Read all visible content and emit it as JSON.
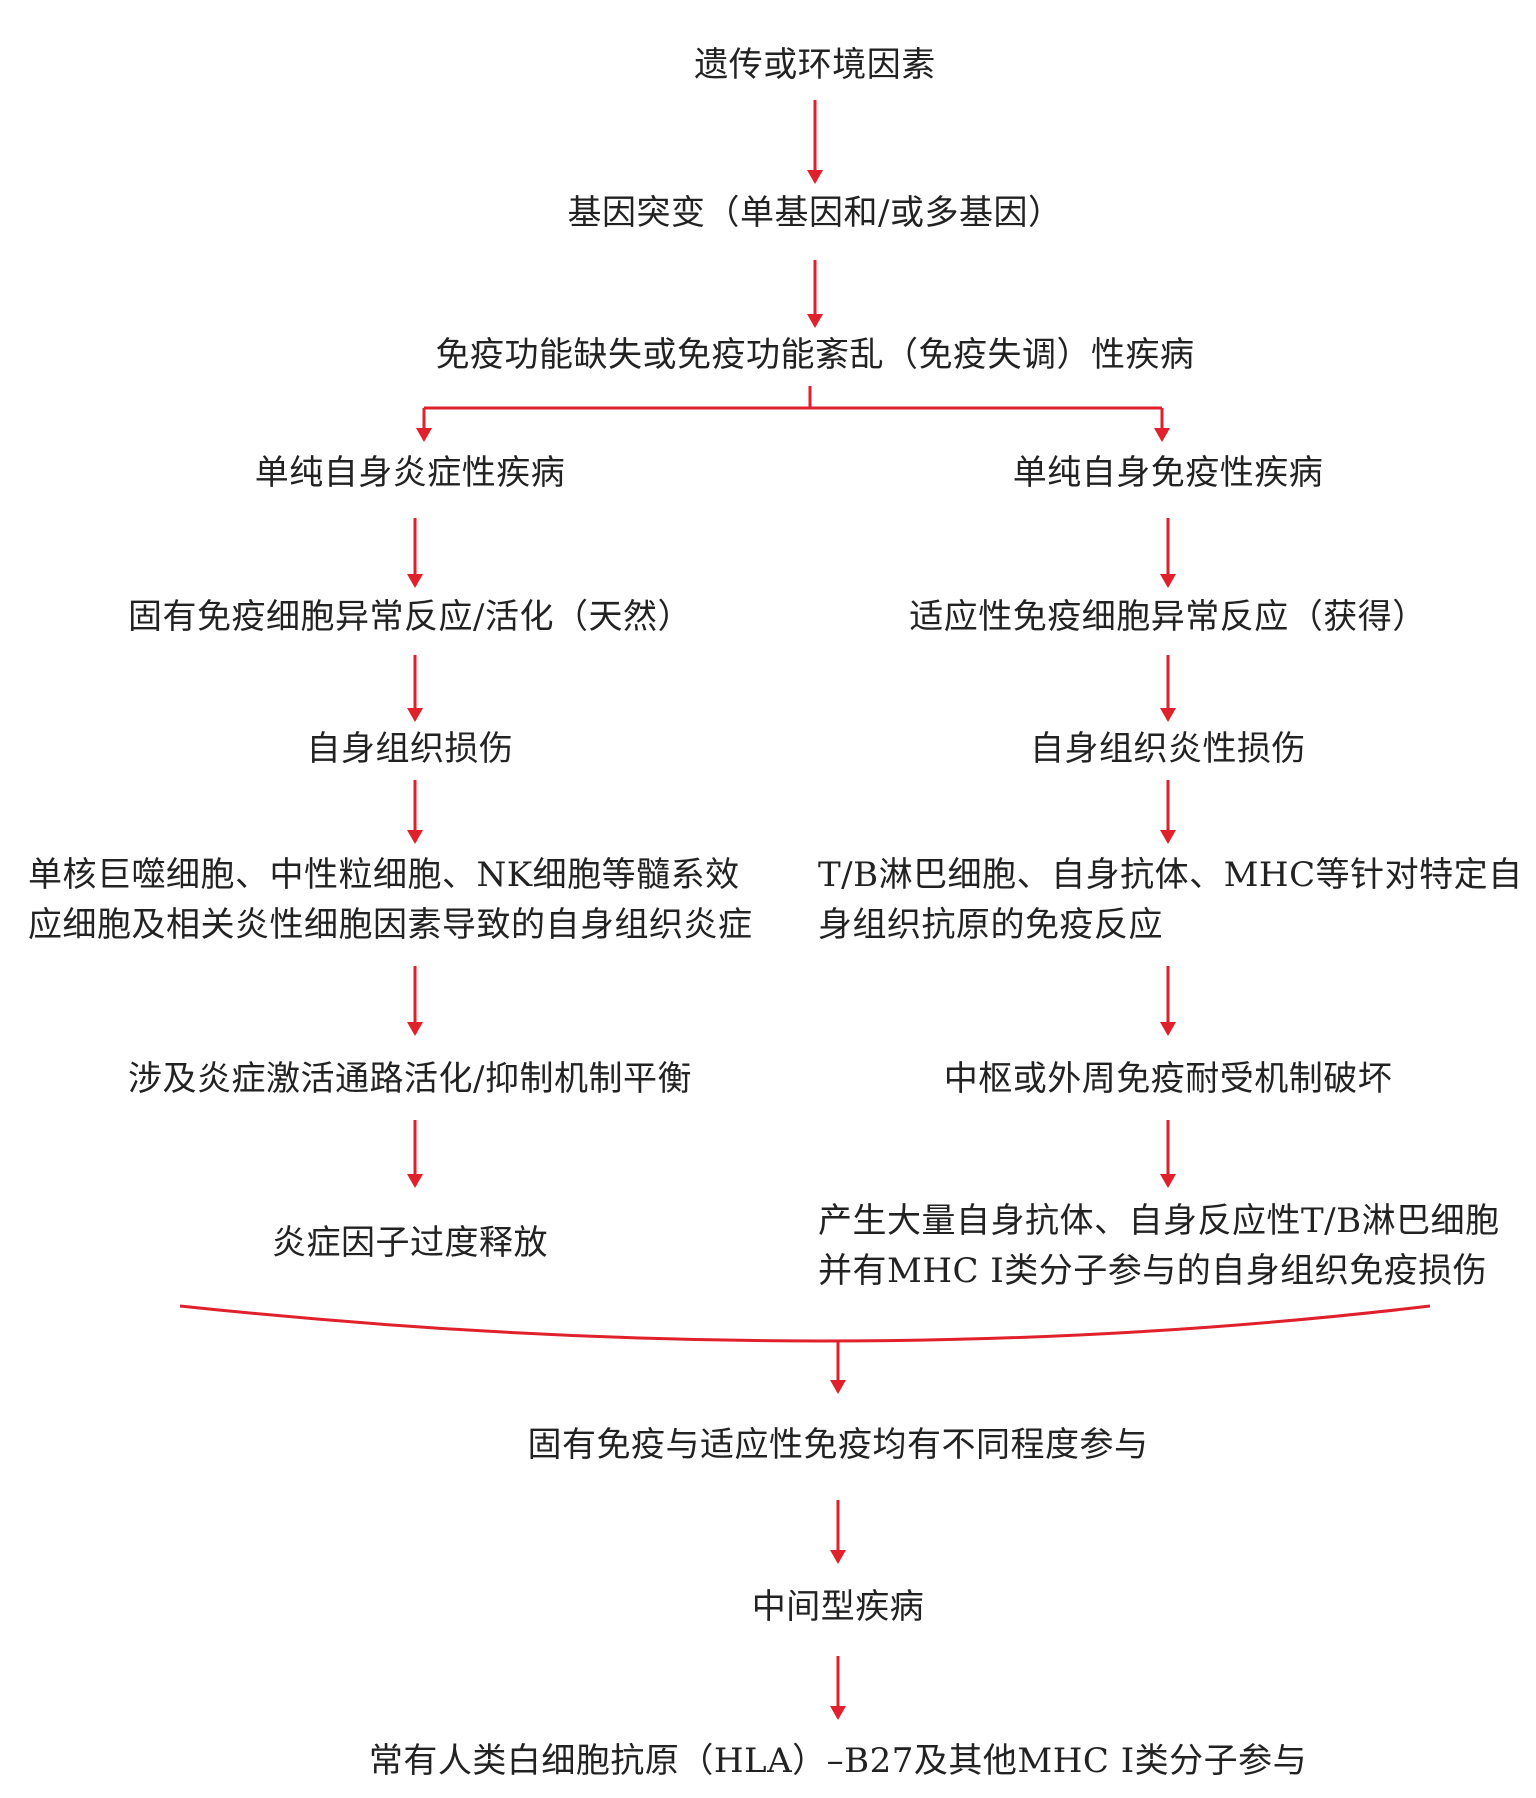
{
  "colors": {
    "arrow": "#e0202a",
    "text": "#222222",
    "background": "#ffffff"
  },
  "nodes": {
    "root": "遗传或环境因素",
    "mutation": "基因突变（单基因和/或多基因）",
    "disease_class": "免疫功能缺失或免疫功能紊乱（免疫失调）性疾病",
    "left": {
      "title": "单纯自身炎症性疾病",
      "step1": "固有免疫细胞异常反应/活化（天然）",
      "step2": "自身组织损伤",
      "step3_lines": [
        "单核巨噬细胞、中性粒细胞、NK细胞等髓系效",
        "应细胞及相关炎性细胞因素导致的自身组织炎症"
      ],
      "step4": "涉及炎症激活通路活化/抑制机制平衡",
      "step5": "炎症因子过度释放"
    },
    "right": {
      "title": "单纯自身免疫性疾病",
      "step1": "适应性免疫细胞异常反应（获得）",
      "step2": "自身组织炎性损伤",
      "step3_lines": [
        "T/B淋巴细胞、自身抗体、MHC等针对特定自",
        "身组织抗原的免疫反应"
      ],
      "step4": "中枢或外周免疫耐受机制破坏",
      "step5_lines": [
        "产生大量自身抗体、自身反应性T/B淋巴细胞",
        "并有MHC Ⅰ类分子参与的自身组织免疫损伤"
      ]
    },
    "merge": "固有免疫与适应性免疫均有不同程度参与",
    "intermediate": "中间型疾病",
    "final": "常有人类白细胞抗原（HLA）–B27及其他MHC Ⅰ类分子参与"
  }
}
